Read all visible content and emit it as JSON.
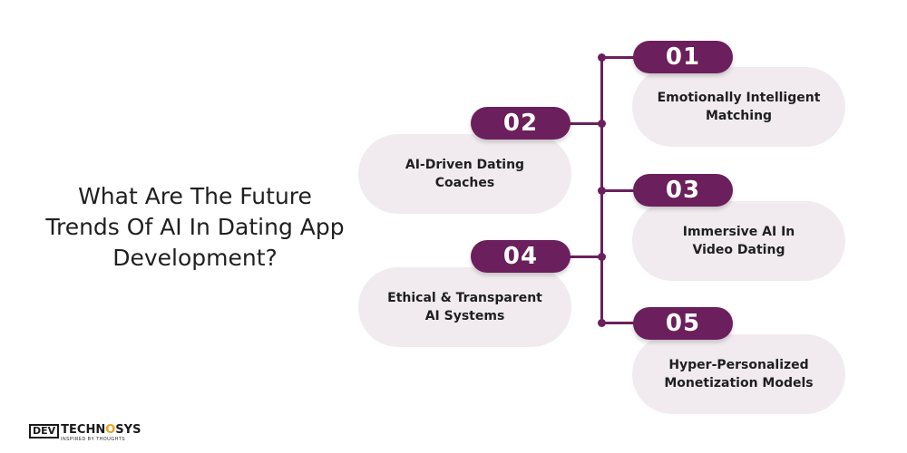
{
  "title": {
    "line1": "What Are The Future",
    "line2": "Trends Of AI In Dating App",
    "line3": "Development?"
  },
  "items": [
    {
      "number": "01",
      "line1": "Emotionally Intelligent",
      "line2": "Matching"
    },
    {
      "number": "02",
      "line1": "AI-Driven Dating",
      "line2": "Coaches"
    },
    {
      "number": "03",
      "line1": "Immersive AI In",
      "line2": "Video Dating"
    },
    {
      "number": "04",
      "line1": "Ethical & Transparent",
      "line2": "AI Systems"
    },
    {
      "number": "05",
      "line1": "Hyper-Personalized",
      "line2": "Monetization Models"
    }
  ],
  "logo": {
    "mark": "DEV",
    "word_a": "TECHN",
    "word_o": "O",
    "word_b": "SYS",
    "tagline": "INSPIRED BY THOUGHTS"
  },
  "colors": {
    "accent": "#6b1f5c",
    "card_bg": "#f1ebef",
    "logo_accent": "#f0a01e"
  }
}
